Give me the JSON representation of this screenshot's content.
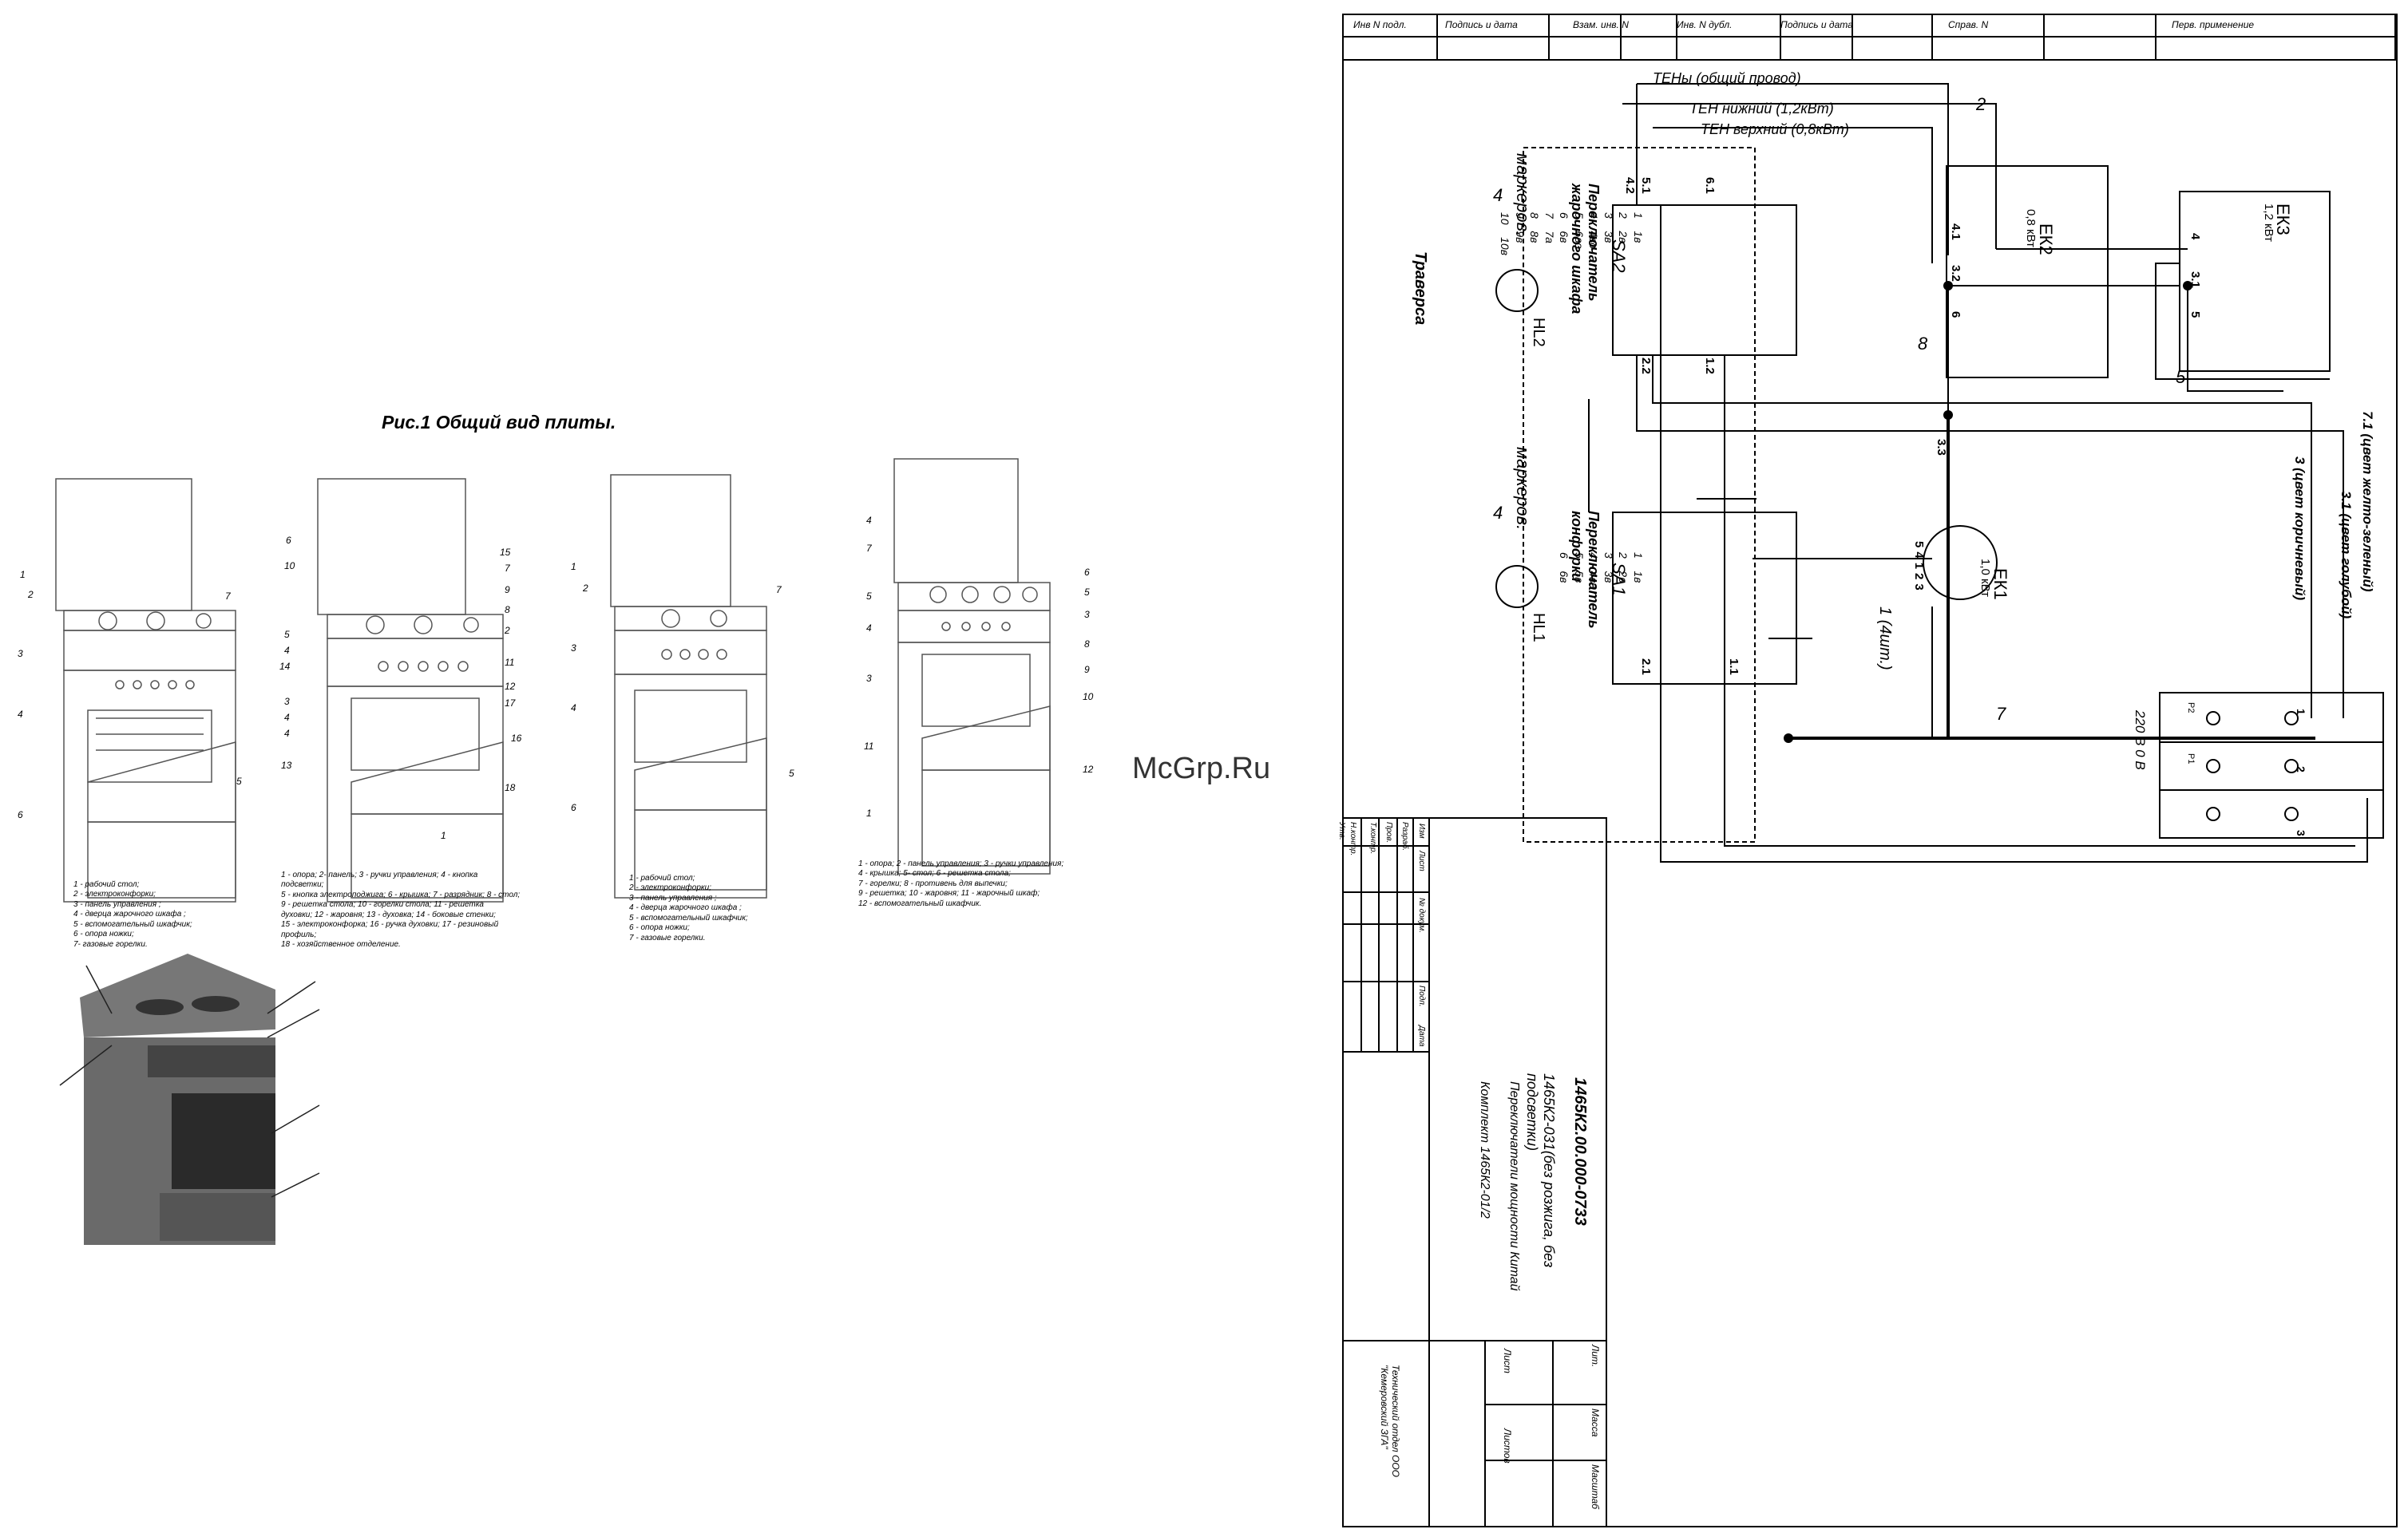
{
  "figure": {
    "title": "Рис.1 Общий вид плиты.",
    "watermark": "McGrp.Ru"
  },
  "stoves": [
    {
      "callouts_left": [
        "1",
        "2",
        "3",
        "4",
        "6"
      ],
      "callouts_right": [
        "7",
        "5"
      ],
      "legend": [
        "1 - рабочий стол;",
        "2 - электроконфорки;",
        "3 - панель управления ;",
        "4 - дверца жарочного шкафа ;",
        "5 - вспомогательный шкафчик;",
        "6 - опора ножки;",
        "7- газовые горелки."
      ]
    },
    {
      "callouts_left": [
        "6",
        "10",
        "5",
        "4",
        "14",
        "3",
        "4",
        "4",
        "13"
      ],
      "callouts_right": [
        "15",
        "7",
        "9",
        "8",
        "2",
        "11",
        "12",
        "17",
        "16",
        "18",
        "1"
      ],
      "legend": [
        "1 - опора; 2- панель; 3 - ручки управления; 4 - кнопка",
        "подсветки;",
        "5 - кнопка электроподжига; 6 - крышка; 7 - разрядник; 8 - стол;",
        "9 - решетка стола; 10 - горелки стола; 11 - решетка",
        "духовки; 12 - жаровня; 13 - духовка; 14 - боковые стенки;",
        "15 - электроконфорка; 16 - ручка духовки; 17 - резиновый",
        "профиль;",
        "18 - хозяйственное отделение."
      ]
    },
    {
      "callouts_left": [
        "1",
        "2",
        "3",
        "4",
        "6"
      ],
      "callouts_right": [
        "7",
        "5"
      ],
      "legend": [
        "1 - рабочий стол;",
        "2 - электроконфорки;",
        "3 - панель управления ;",
        "4 - дверца жарочного шкафа ;",
        "5 - вспомогательный шкафчик;",
        "6 - опора ножки;",
        "7 - газовые горелки."
      ]
    },
    {
      "callouts_left": [
        "4",
        "7",
        "5",
        "4",
        "3",
        "11",
        "1"
      ],
      "callouts_right": [
        "6",
        "5",
        "3",
        "8",
        "9",
        "10",
        "12"
      ],
      "legend": [
        "1 - опора; 2 - панель управления; 3 - ручки управления;",
        "4 - крышка; 5- стол; 6 - решетка стола;",
        "7 - горелки; 8 - противень для выпечки;",
        "9 - решетка; 10 - жаровня; 11 - жарочный шкаф;",
        "12 - вспомогательный шкафчик."
      ]
    }
  ],
  "drawing": {
    "stamp_cells": [
      "Инв N подл.",
      "Подпись и дата",
      "Взам. инв. N",
      "Инв. N дубл.",
      "Подпись и дата",
      "Справ. N",
      "Перв. применение"
    ],
    "wire_labels": {
      "common": "ТЕНы (общий провод)",
      "lower": "ТЕН нижний (1,2кВт)",
      "upper": "ТЕН верхний (0,8кВт)",
      "traverse": "Траверса",
      "qty": "1 (4шт.)",
      "yellow_green": "7.1 (цвет желто-зеленый)",
      "blue": "3.1 (цвет голубой)",
      "brown": "3 (цвет коричневый)",
      "voltage": "220 В 0 В"
    },
    "sa2": {
      "name": "SA2",
      "title": "Переключатель жарочного шкафа",
      "rows": [
        [
          "1",
          "1в"
        ],
        [
          "2",
          "2в"
        ],
        [
          "3",
          "3в"
        ],
        [
          "4",
          "4во"
        ],
        [
          "5",
          "6во"
        ],
        [
          "6",
          "6в"
        ],
        [
          "7",
          "7а"
        ],
        [
          "8",
          "8в"
        ],
        [
          "9",
          "9в"
        ],
        [
          "10",
          "10в"
        ]
      ],
      "top_terms": [
        "4.2",
        "5.1",
        "6.1"
      ],
      "bot_terms": [
        "2.2",
        "1.2"
      ]
    },
    "sa1": {
      "name": "SA1",
      "title": "Переключатель конфорки",
      "rows": [
        [
          "1",
          "1в"
        ],
        [
          "2",
          "2в"
        ],
        [
          "3",
          "3в"
        ],
        [
          "4",
          "4во"
        ],
        [
          "5",
          "5в"
        ],
        [
          "6",
          "6в"
        ]
      ],
      "bot_terms": [
        "2.1",
        "1.1"
      ]
    },
    "lamps": [
      {
        "name": "HL2",
        "label": "маркеров."
      },
      {
        "name": "HL1",
        "label": "маркеров."
      }
    ],
    "heaters": [
      {
        "name": "ЕК2",
        "power": "0,8 кВт"
      },
      {
        "name": "ЕК3",
        "power": "1,2 кВт"
      },
      {
        "name": "ЕК1",
        "power": "1,0 кВт"
      }
    ],
    "numbers": [
      "2",
      "4",
      "4",
      "8",
      "5",
      "7",
      "3.3",
      "4.1",
      "3.2",
      "3.1",
      "6",
      "5",
      "4"
    ],
    "ek1_terms": [
      "5",
      "4",
      "1",
      "2",
      "3"
    ],
    "terminal": {
      "p2": "P2",
      "p1": "P1",
      "t1": "1",
      "t2": "2",
      "t3": "3"
    },
    "title_block": {
      "code": "1465К2.00.000-0733",
      "line1": "1465К2-031(без розжига, без подсветки)",
      "line2": "Переключатели мощности Китай",
      "line3": "Комплект 1465К2-01/2",
      "org": "Технический отдел ООО \"Кемеровский ЗГА\"",
      "cols": [
        "Изм",
        "Лист",
        "№ докум.",
        "Подп.",
        "Дата"
      ],
      "rows": [
        "Разраб.",
        "Пров.",
        "Т.контр.",
        "Н.контр.",
        "Утв."
      ],
      "right": [
        "Лит.",
        "Масса",
        "Масштаб",
        "Лист",
        "Листов"
      ]
    }
  }
}
